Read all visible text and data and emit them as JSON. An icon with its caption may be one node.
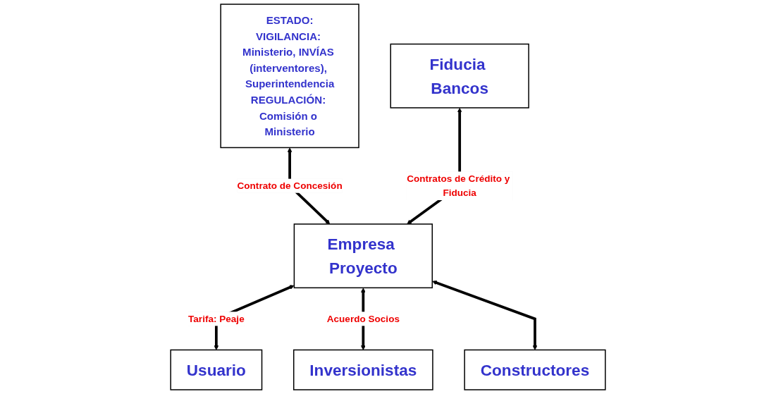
{
  "diagram": {
    "nodes": [
      {
        "text": [
          "ESTADO:",
          "VIGILANCIA: Ministerio, INVÍAS (interventores), Superintendencia",
          "REGULACIÓN: Comisión o Ministerio"
        ]
      },
      {
        "text": [
          "Fiducia Bancos"
        ]
      },
      {
        "text": [
          "Empresa Proyecto"
        ]
      },
      {
        "text": [
          "Usuario"
        ]
      },
      {
        "text": [
          "Inversionistas"
        ]
      },
      {
        "text": [
          "Constructores"
        ]
      }
    ],
    "edges": [
      {
        "from": 0,
        "to": 2,
        "arrow": "both",
        "label": "Contrato de Concesión"
      },
      {
        "from": 1,
        "to": 2,
        "arrow": "both",
        "label": "Contratos de Crédito y Fiducia"
      },
      {
        "from": 2,
        "to": 3,
        "arrow": "both",
        "label": "Tarifa: Peaje"
      },
      {
        "from": 2,
        "to": 4,
        "arrow": "both",
        "label": "Acuerdo Socios"
      },
      {
        "from": 2,
        "to": 5,
        "arrow": "both"
      }
    ]
  }
}
